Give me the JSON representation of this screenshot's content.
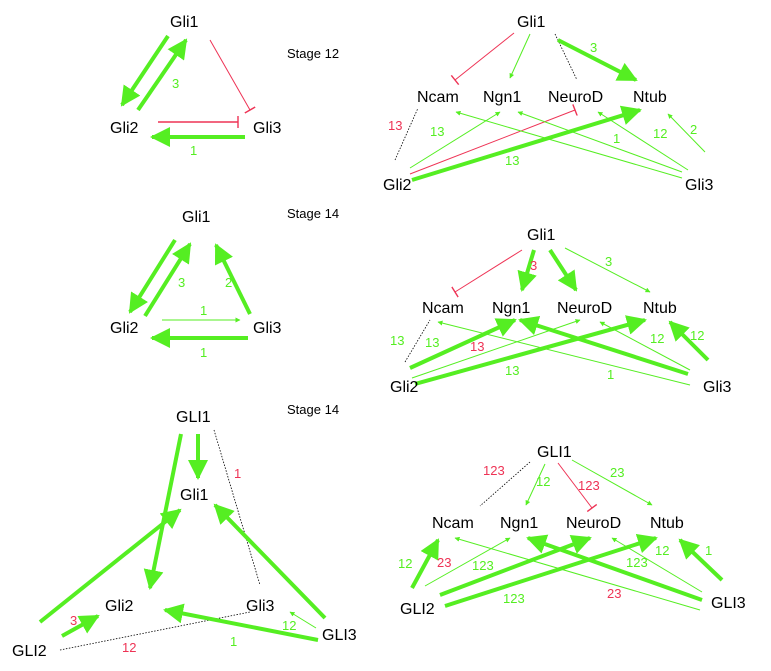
{
  "colors": {
    "activation": "#55ee22",
    "repression": "#ee3355",
    "unknown": "#000000"
  },
  "panels": [
    {
      "stage": "Stage 12",
      "nodes": {
        "gli1": "Gli1",
        "gli2": "Gli2",
        "gli3": "Gli3"
      },
      "targets": {
        "gli1": "Gli1",
        "ncam": "Ncam",
        "ngn1": "Ngn1",
        "neurod": "NeuroD",
        "ntub": "Ntub",
        "gli2": "Gli2",
        "gli3": "Gli3"
      },
      "loop_labels": [
        "3",
        "1"
      ],
      "target_labels": [
        "3",
        "13",
        "13",
        "13",
        "1",
        "12",
        "2"
      ]
    },
    {
      "stage": "Stage 14",
      "nodes": {
        "gli1": "Gli1",
        "gli2": "Gli2",
        "gli3": "Gli3"
      },
      "targets": {
        "gli1": "Gli1",
        "ncam": "Ncam",
        "ngn1": "Ngn1",
        "neurod": "NeuroD",
        "ntub": "Ntub",
        "gli2": "Gli2",
        "gli3": "Gli3"
      },
      "loop_labels": [
        "3",
        "2",
        "1",
        "1"
      ],
      "target_labels": [
        "3",
        "3",
        "13",
        "13",
        "13",
        "13",
        "1",
        "12",
        "12"
      ]
    },
    {
      "stage": "Stage 14",
      "nodes": {
        "GLI1": "GLI1",
        "gli1": "Gli1",
        "gli2": "Gli2",
        "gli3": "Gli3",
        "GLI2": "GLI2",
        "GLI3": "GLI3"
      },
      "targets": {
        "gli1": "GLI1",
        "ncam": "Ncam",
        "ngn1": "Ngn1",
        "neurod": "NeuroD",
        "ntub": "Ntub",
        "gli2": "GLI2",
        "gli3": "GLI3"
      },
      "loop_labels": [
        "1",
        "3",
        "12",
        "12",
        "1"
      ],
      "target_labels": [
        "123",
        "12",
        "123",
        "23",
        "12",
        "23",
        "123",
        "123",
        "12",
        "1",
        "123",
        "23"
      ]
    }
  ]
}
